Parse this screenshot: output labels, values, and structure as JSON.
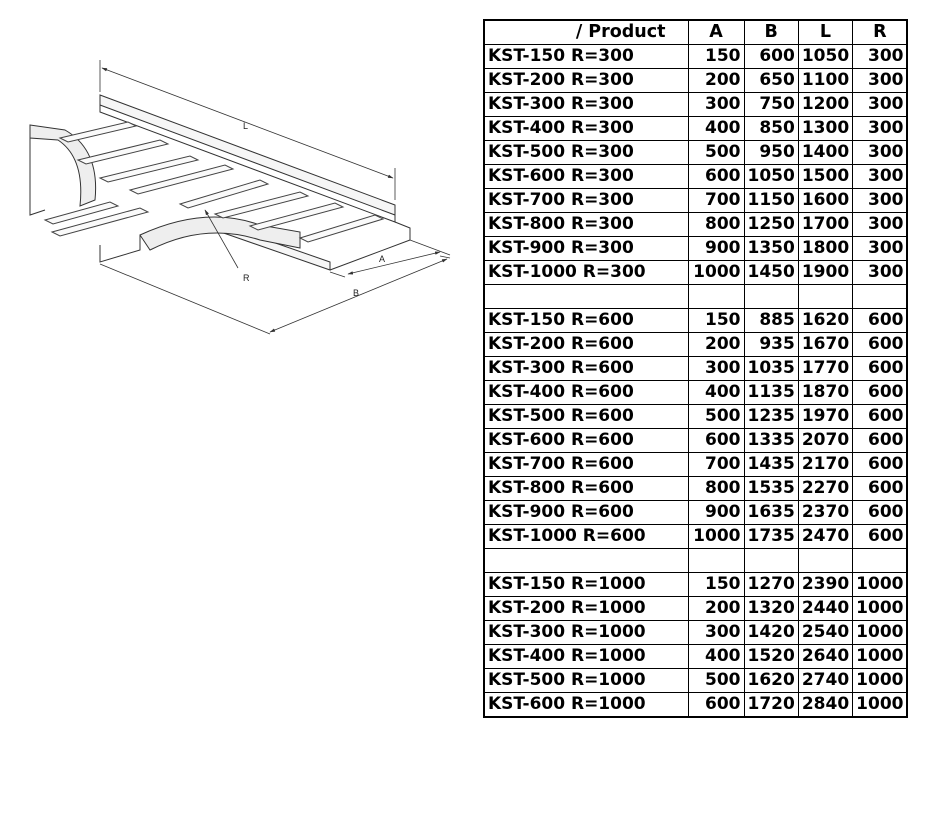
{
  "drawing": {
    "dimension_labels": [
      "L",
      "A",
      "B",
      "R"
    ]
  },
  "table": {
    "headers": [
      "/ Product",
      "A",
      "B",
      "L",
      "R"
    ],
    "rows": [
      [
        "KST-150 R=300",
        "150",
        "600",
        "1050",
        "300"
      ],
      [
        "KST-200 R=300",
        "200",
        "650",
        "1100",
        "300"
      ],
      [
        "KST-300 R=300",
        "300",
        "750",
        "1200",
        "300"
      ],
      [
        "KST-400 R=300",
        "400",
        "850",
        "1300",
        "300"
      ],
      [
        "KST-500 R=300",
        "500",
        "950",
        "1400",
        "300"
      ],
      [
        "KST-600 R=300",
        "600",
        "1050",
        "1500",
        "300"
      ],
      [
        "KST-700 R=300",
        "700",
        "1150",
        "1600",
        "300"
      ],
      [
        "KST-800 R=300",
        "800",
        "1250",
        "1700",
        "300"
      ],
      [
        "KST-900 R=300",
        "900",
        "1350",
        "1800",
        "300"
      ],
      [
        "KST-1000 R=300",
        "1000",
        "1450",
        "1900",
        "300"
      ],
      [
        "",
        "",
        "",
        "",
        ""
      ],
      [
        "KST-150 R=600",
        "150",
        "885",
        "1620",
        "600"
      ],
      [
        "KST-200 R=600",
        "200",
        "935",
        "1670",
        "600"
      ],
      [
        "KST-300 R=600",
        "300",
        "1035",
        "1770",
        "600"
      ],
      [
        "KST-400 R=600",
        "400",
        "1135",
        "1870",
        "600"
      ],
      [
        "KST-500 R=600",
        "500",
        "1235",
        "1970",
        "600"
      ],
      [
        "KST-600 R=600",
        "600",
        "1335",
        "2070",
        "600"
      ],
      [
        "KST-700 R=600",
        "700",
        "1435",
        "2170",
        "600"
      ],
      [
        "KST-800 R=600",
        "800",
        "1535",
        "2270",
        "600"
      ],
      [
        "KST-900 R=600",
        "900",
        "1635",
        "2370",
        "600"
      ],
      [
        "KST-1000 R=600",
        "1000",
        "1735",
        "2470",
        "600"
      ],
      [
        "",
        "",
        "",
        "",
        ""
      ],
      [
        "KST-150 R=1000",
        "150",
        "1270",
        "2390",
        "1000"
      ],
      [
        "KST-200 R=1000",
        "200",
        "1320",
        "2440",
        "1000"
      ],
      [
        "KST-300 R=1000",
        "300",
        "1420",
        "2540",
        "1000"
      ],
      [
        "KST-400 R=1000",
        "400",
        "1520",
        "2640",
        "1000"
      ],
      [
        "KST-500 R=1000",
        "500",
        "1620",
        "2740",
        "1000"
      ],
      [
        "KST-600 R=1000",
        "600",
        "1720",
        "2840",
        "1000"
      ]
    ]
  }
}
